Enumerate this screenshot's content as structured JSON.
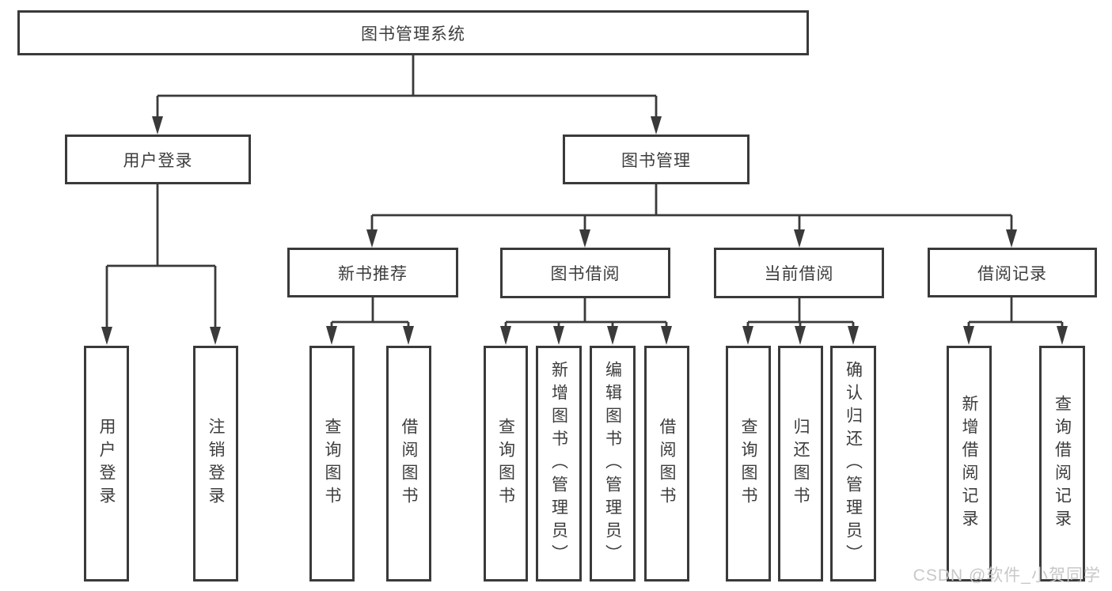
{
  "root": {
    "label": "图书管理系统"
  },
  "user_login": {
    "label": "用户登录",
    "children": [
      {
        "label": "用户登录"
      },
      {
        "label": "注销登录"
      }
    ]
  },
  "book_management": {
    "label": "图书管理",
    "children": [
      {
        "label": "新书推荐",
        "children": [
          {
            "label": "查询图书"
          },
          {
            "label": "借阅图书"
          }
        ]
      },
      {
        "label": "图书借阅",
        "children": [
          {
            "label": "查询图书"
          },
          {
            "label": "新增图书（管理员）"
          },
          {
            "label": "编辑图书（管理员）"
          },
          {
            "label": "借阅图书"
          }
        ]
      },
      {
        "label": "当前借阅",
        "children": [
          {
            "label": "查询图书"
          },
          {
            "label": "归还图书"
          },
          {
            "label": "确认归还（管理员）"
          }
        ]
      },
      {
        "label": "借阅记录",
        "children": [
          {
            "label": "新增借阅记录"
          },
          {
            "label": "查询借阅记录"
          }
        ]
      }
    ]
  },
  "watermark": {
    "text": "CSDN @软件_小贺同学"
  },
  "colors": {
    "line": "#3a3a3a",
    "text": "#3d3d3d",
    "watermark": "#c8c8c8",
    "bg": "#ffffff"
  }
}
